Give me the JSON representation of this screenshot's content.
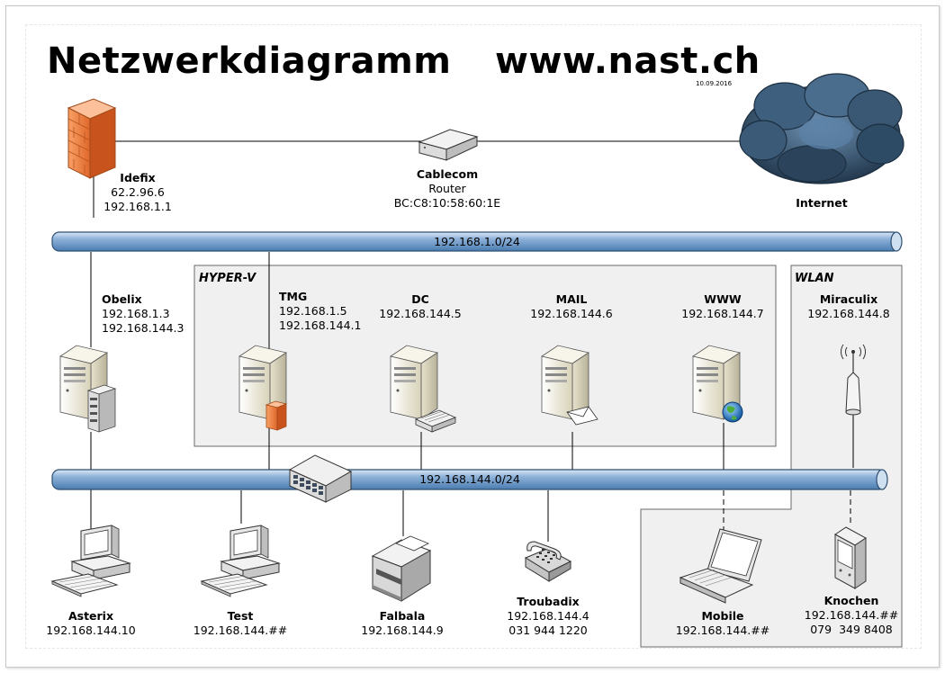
{
  "title": "Netzwerkdiagramm",
  "site": "www.nast.ch",
  "date": "10.09.2016",
  "groups": {
    "hyperv": "HYPER-V",
    "wlan": "WLAN"
  },
  "buses": {
    "lan": "192.168.1.0/24",
    "internal": "192.168.144.0/24"
  },
  "devices": {
    "idefix": {
      "name": "Idefix",
      "lines": [
        "62.2.96.6",
        "192.168.1.1"
      ]
    },
    "router": {
      "name": "Cablecom",
      "lines": [
        "Router",
        "BC:C8:10:58:60:1E"
      ]
    },
    "internet": {
      "name": "Internet"
    },
    "obelix": {
      "name": "Obelix",
      "lines": [
        "192.168.1.3",
        "192.168.144.3"
      ]
    },
    "tmg": {
      "name": "TMG",
      "lines": [
        "192.168.1.5",
        "192.168.144.1"
      ]
    },
    "dc": {
      "name": "DC",
      "lines": [
        "192.168.144.5"
      ]
    },
    "mail": {
      "name": "MAIL",
      "lines": [
        "192.168.144.6"
      ]
    },
    "www": {
      "name": "WWW",
      "lines": [
        "192.168.144.7"
      ]
    },
    "miraculix": {
      "name": "Miraculix",
      "lines": [
        "192.168.144.8"
      ]
    },
    "asterix": {
      "name": "Asterix",
      "lines": [
        "192.168.144.10"
      ]
    },
    "test": {
      "name": "Test",
      "lines": [
        "192.168.144.##"
      ]
    },
    "falbala": {
      "name": "Falbala",
      "lines": [
        "192.168.144.9"
      ]
    },
    "troubadix": {
      "name": "Troubadix",
      "lines": [
        "192.168.144.4",
        "031 944 1220"
      ]
    },
    "mobile": {
      "name": "Mobile",
      "lines": [
        "192.168.144.##"
      ]
    },
    "knochen": {
      "name": "Knochen",
      "lines": [
        "192.168.144.##",
        "079  349 8408"
      ]
    }
  },
  "colors": {
    "bus_fill": "#5b8fc4",
    "firewall": "#f07d38",
    "group_fill": "#f0f0f0",
    "cloud": "#3a5670"
  }
}
